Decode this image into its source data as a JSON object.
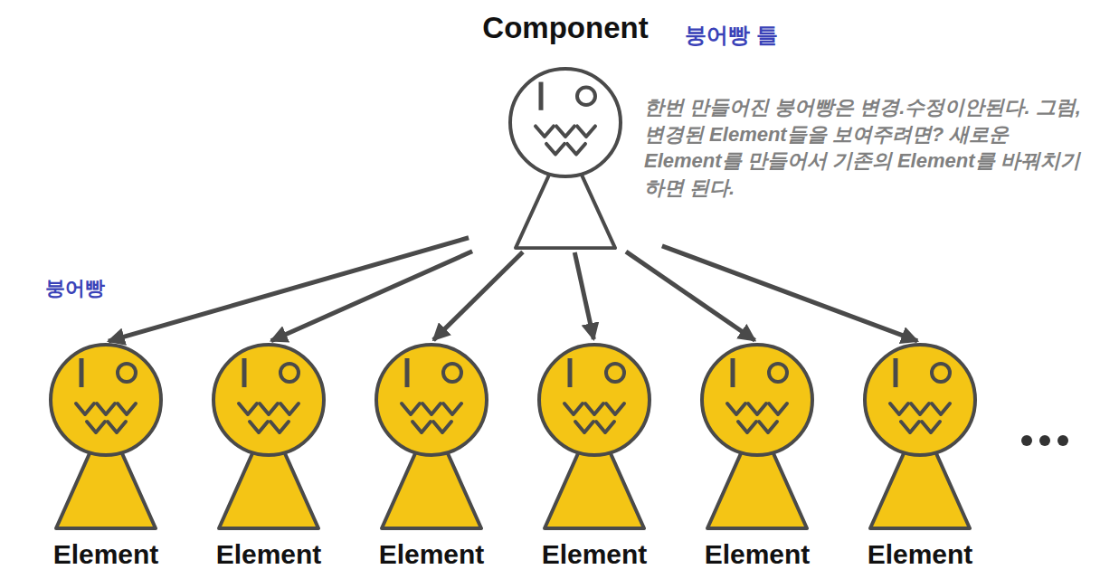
{
  "diagram": {
    "nodes": [
      {
        "text": [
          "Component"
        ]
      },
      {
        "text": [
          "Element"
        ]
      },
      {
        "text": [
          "Element"
        ]
      },
      {
        "text": [
          "Element"
        ]
      },
      {
        "text": [
          "Element"
        ]
      },
      {
        "text": [
          "Element"
        ]
      },
      {
        "text": [
          "Element"
        ]
      }
    ],
    "edges": [
      {
        "from": 0,
        "to": 1,
        "arrow": "to"
      },
      {
        "from": 0,
        "to": 2,
        "arrow": "to"
      },
      {
        "from": 0,
        "to": 3,
        "arrow": "to"
      },
      {
        "from": 0,
        "to": 4,
        "arrow": "to"
      },
      {
        "from": 0,
        "to": 5,
        "arrow": "to"
      },
      {
        "from": 0,
        "to": 6,
        "arrow": "to"
      }
    ],
    "labels": [
      "붕어빵 틀",
      "한번 만들어진 붕어빵은 변경.수정이안된다. 그럼, 변경된 Element들을 보여주려면? 새로운 Element를 만들어서 기존의 Element를 바꿔치기하면 된다.",
      "붕어빵"
    ]
  }
}
